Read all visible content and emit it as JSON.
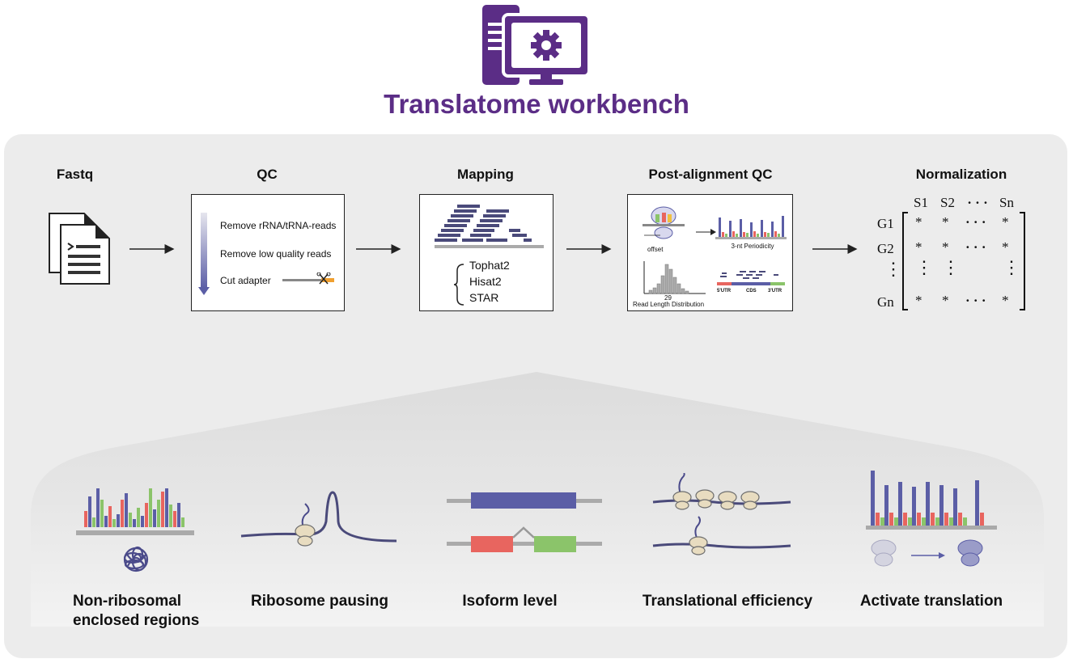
{
  "header": {
    "logo_icon": "monitor-gear-icon",
    "title": "Translatome workbench",
    "brand_color": "#5b2d86"
  },
  "pipeline": {
    "steps": [
      {
        "title": "Fastq",
        "icon": "document-stack-icon"
      },
      {
        "title": "QC",
        "items": [
          "Remove rRNA/tRNA-reads",
          "Remove low quality reads",
          "Cut adapter"
        ]
      },
      {
        "title": "Mapping",
        "tools": [
          "Tophat2",
          "Hisat2",
          "STAR"
        ]
      },
      {
        "title": "Post-alignment QC",
        "labels": {
          "offset": "offset",
          "periodicity": "3-nt Periodicity",
          "peak": "29",
          "length_dist": "Read Length Distribution",
          "utr5": "5'UTR",
          "cds": "CDS",
          "utr3": "3'UTR"
        }
      },
      {
        "title": "Normalization",
        "columns": [
          "S1",
          "S2",
          "· · ·",
          "Sn"
        ],
        "rows": [
          "G1",
          "G2",
          "⋮",
          "Gn"
        ],
        "cell": "*",
        "hdots": "· · ·",
        "vdots": "⋮"
      }
    ]
  },
  "applications": [
    {
      "label_lines": [
        "Non-ribosomal",
        "enclosed regions"
      ]
    },
    {
      "label_lines": [
        "Ribosome pausing"
      ]
    },
    {
      "label_lines": [
        "Isoform level"
      ]
    },
    {
      "label_lines": [
        "Translational efficiency"
      ]
    },
    {
      "label_lines": [
        "Activate translation"
      ]
    }
  ],
  "colors": {
    "purple": "#5b5ea6",
    "red": "#e8655f",
    "green": "#8bc46a",
    "gray": "#a6a6a6",
    "panel": "#ececec"
  }
}
